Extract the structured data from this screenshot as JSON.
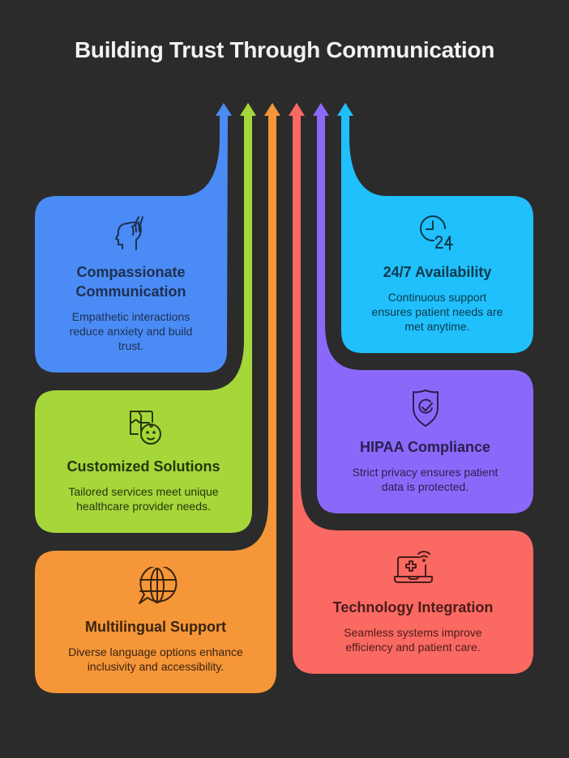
{
  "title": "Building Trust Through Communication",
  "colors": {
    "background": "#2b2b2b",
    "blue": "#4b8bf5",
    "green": "#a5d73a",
    "orange": "#f59638",
    "red": "#fb6963",
    "purple": "#8a69fa",
    "cyan": "#1fc0fb"
  },
  "cards": [
    {
      "id": "compassionate-communication",
      "color": "blue",
      "icon": "hand-on-head-icon",
      "heading_line1": "Compassionate",
      "heading_line2": "Communication",
      "desc_line1": "Empathetic interactions",
      "desc_line2": "reduce anxiety and build",
      "desc_line3": "trust."
    },
    {
      "id": "customized-solutions",
      "color": "green",
      "icon": "puzzle-face-icon",
      "heading": "Customized Solutions",
      "desc_line1": "Tailored services meet unique",
      "desc_line2": "healthcare provider needs."
    },
    {
      "id": "multilingual-support",
      "color": "orange",
      "icon": "globe-speech-icon",
      "heading": "Multilingual Support",
      "desc_line1": "Diverse language options enhance",
      "desc_line2": "inclusivity and accessibility."
    },
    {
      "id": "availability-24-7",
      "color": "cyan",
      "icon": "clock-24-icon",
      "heading": "24/7 Availability",
      "desc_line1": "Continuous support",
      "desc_line2": "ensures patient needs are",
      "desc_line3": "met anytime."
    },
    {
      "id": "hipaa-compliance",
      "color": "purple",
      "icon": "shield-check-icon",
      "heading": "HIPAA Compliance",
      "desc_line1": "Strict privacy ensures patient",
      "desc_line2": "data is protected."
    },
    {
      "id": "technology-integration",
      "color": "red",
      "icon": "laptop-medical-wifi-icon",
      "heading": "Technology Integration",
      "desc_line1": "Seamless systems improve",
      "desc_line2": "efficiency and patient care."
    }
  ],
  "arrows": [
    "blue",
    "green",
    "orange",
    "red",
    "purple",
    "cyan"
  ]
}
